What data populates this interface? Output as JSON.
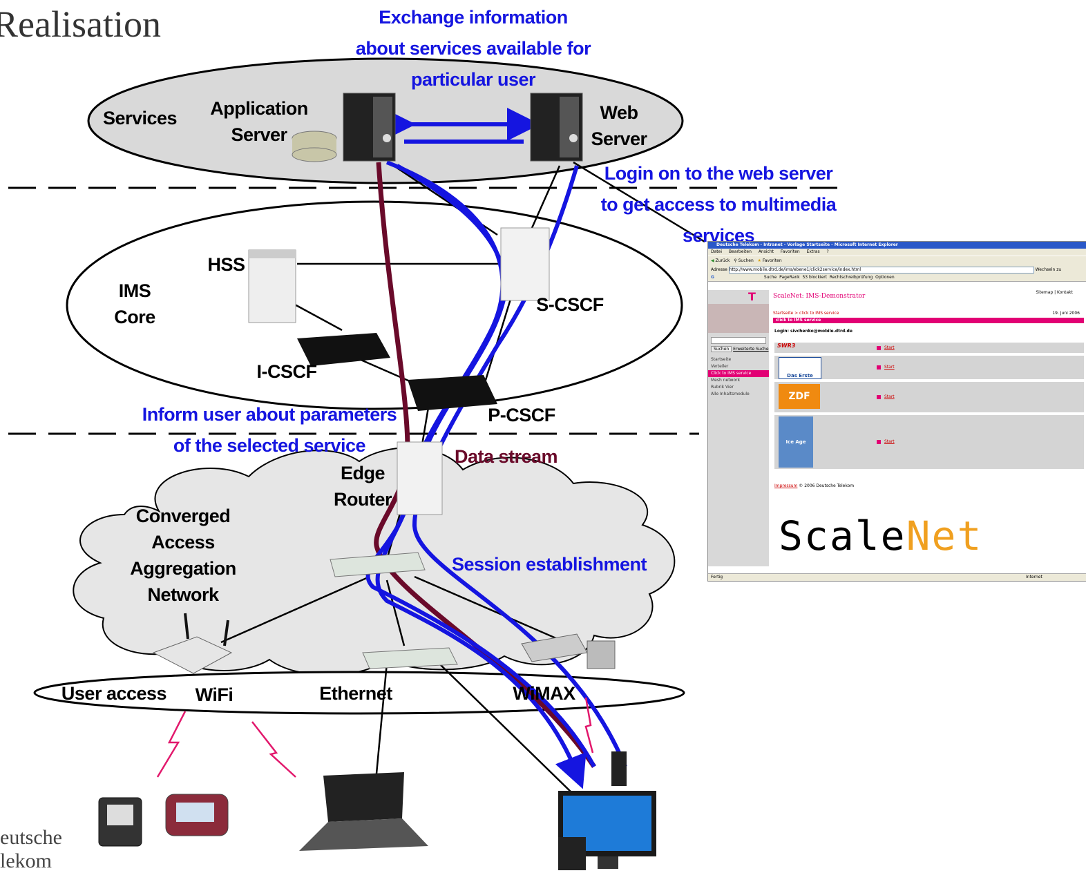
{
  "title": "Realisation",
  "logo": {
    "line1": "eutsche",
    "line2": "lekom"
  },
  "annotations": {
    "exchange": [
      "Exchange information",
      "about services available for",
      "particular user"
    ],
    "login": [
      "Login on to the web server",
      "to get access to multimedia",
      "services"
    ],
    "inform": [
      "Inform user about parameters",
      "of the selected service"
    ],
    "data_stream": "Data stream",
    "session": "Session establishment"
  },
  "labels": {
    "services": "Services",
    "app_server": [
      "Application",
      "Server"
    ],
    "web_server": [
      "Web",
      "Server"
    ],
    "hss": "HSS",
    "ims_core": [
      "IMS",
      "Core"
    ],
    "s_cscf": "S-CSCF",
    "i_cscf": "I-CSCF",
    "p_cscf": "P-CSCF",
    "edge_router": [
      "Edge",
      "Router"
    ],
    "converged": [
      "Converged",
      "Access",
      "Aggregation",
      "Network"
    ],
    "user_access": "User access",
    "wifi": "WiFi",
    "ethernet": "Ethernet",
    "wimax": "WiMAX"
  },
  "colors": {
    "blue": "#1515e0",
    "maroon": "#6a0a2a",
    "magenta": "#e20074",
    "scalenet_orange": "#f0a020"
  },
  "screenshot": {
    "window_title": "Deutsche Telekom - Intranet - Vorlage Startseite - Microsoft Internet Explorer",
    "menu": [
      "Datei",
      "Bearbeiten",
      "Ansicht",
      "Favoriten",
      "Extras",
      "?"
    ],
    "toolbar": {
      "back": "Zurück",
      "search": "Suchen",
      "favorites": "Favoriten"
    },
    "address_label": "Adresse",
    "address": "http://www.mobile.dtrd.de/ims/ebene1/click2service/index.html",
    "go_label": "Wechseln zu",
    "google_bar": {
      "search": "Suche",
      "pagerank": "PageRank",
      "blocked": "53 blockiert",
      "spell": "Rechtschreibprüfung",
      "options": "Optionen"
    },
    "site_title": "ScaleNet: IMS-Demonstrator",
    "top_links": "Sitemap | Kontakt",
    "breadcrumb": "Startseite > click to IMS service",
    "date": "19. Juni 2006",
    "section": "click to IMS service",
    "login": "Login: sivchenko@mobile.dtrd.de",
    "search_button": "Suchen",
    "advanced_search": "Erweiterte Suche",
    "nav": [
      "Startseite",
      "Verteiler",
      "Click to IMS service",
      "Mesh network",
      "Rubrik Vier",
      "Alle Inhaltsmodule"
    ],
    "channels": [
      "SWR3",
      "Das Erste",
      "ZDF",
      "Ice Age"
    ],
    "start_label": "Start",
    "footer": "© 2006 Deutsche Telekom",
    "footer_link": "Impressum",
    "status_left": "Fertig",
    "status_right": "Internet",
    "brand_a": "Scale",
    "brand_b": "Net"
  }
}
